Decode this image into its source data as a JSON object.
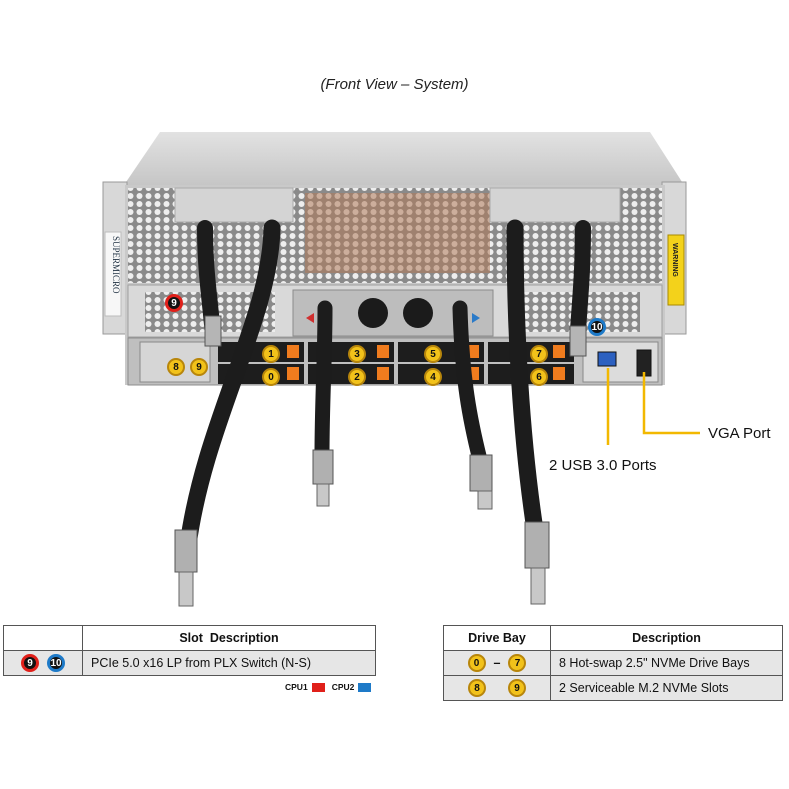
{
  "view_title": "(Front View – System)",
  "callouts": {
    "vga_port": "VGA Port",
    "usb_ports": "2 USB 3.0 Ports"
  },
  "chassis": {
    "logo_text": "SUPERMICRO",
    "warning_label": "WARNING"
  },
  "drive_badges": [
    "0",
    "1",
    "2",
    "3",
    "4",
    "5",
    "6",
    "7"
  ],
  "m2_badges": [
    "8",
    "9"
  ],
  "pcie_badges": [
    "9",
    "10"
  ],
  "slot_table": {
    "header_badges": "",
    "header_desc": "Slot  Description",
    "rows": [
      {
        "badges": [
          "9",
          "10"
        ],
        "desc": "PCIe 5.0 x16 LP from PLX Switch (N-S)"
      }
    ],
    "legend": [
      {
        "label": "CPU1",
        "color": "#e0201a"
      },
      {
        "label": "CPU2",
        "color": "#1e7ac8"
      }
    ]
  },
  "drive_table": {
    "header_bay": "Drive Bay",
    "header_desc": "Description",
    "rows": [
      {
        "from": "0",
        "sep": "–",
        "to": "7",
        "desc": "8 Hot-swap 2.5\" NVMe Drive Bays"
      },
      {
        "from": "8",
        "sep": "",
        "to": "9",
        "desc": "2 Serviceable M.2 NVMe Slots"
      }
    ]
  },
  "colors": {
    "badge_gold": "#f2c21a",
    "cpu1_red": "#e0201a",
    "cpu2_blue": "#1e7ac8",
    "callout_line": "#f2b800",
    "drive_latch": "#f07c1e"
  }
}
